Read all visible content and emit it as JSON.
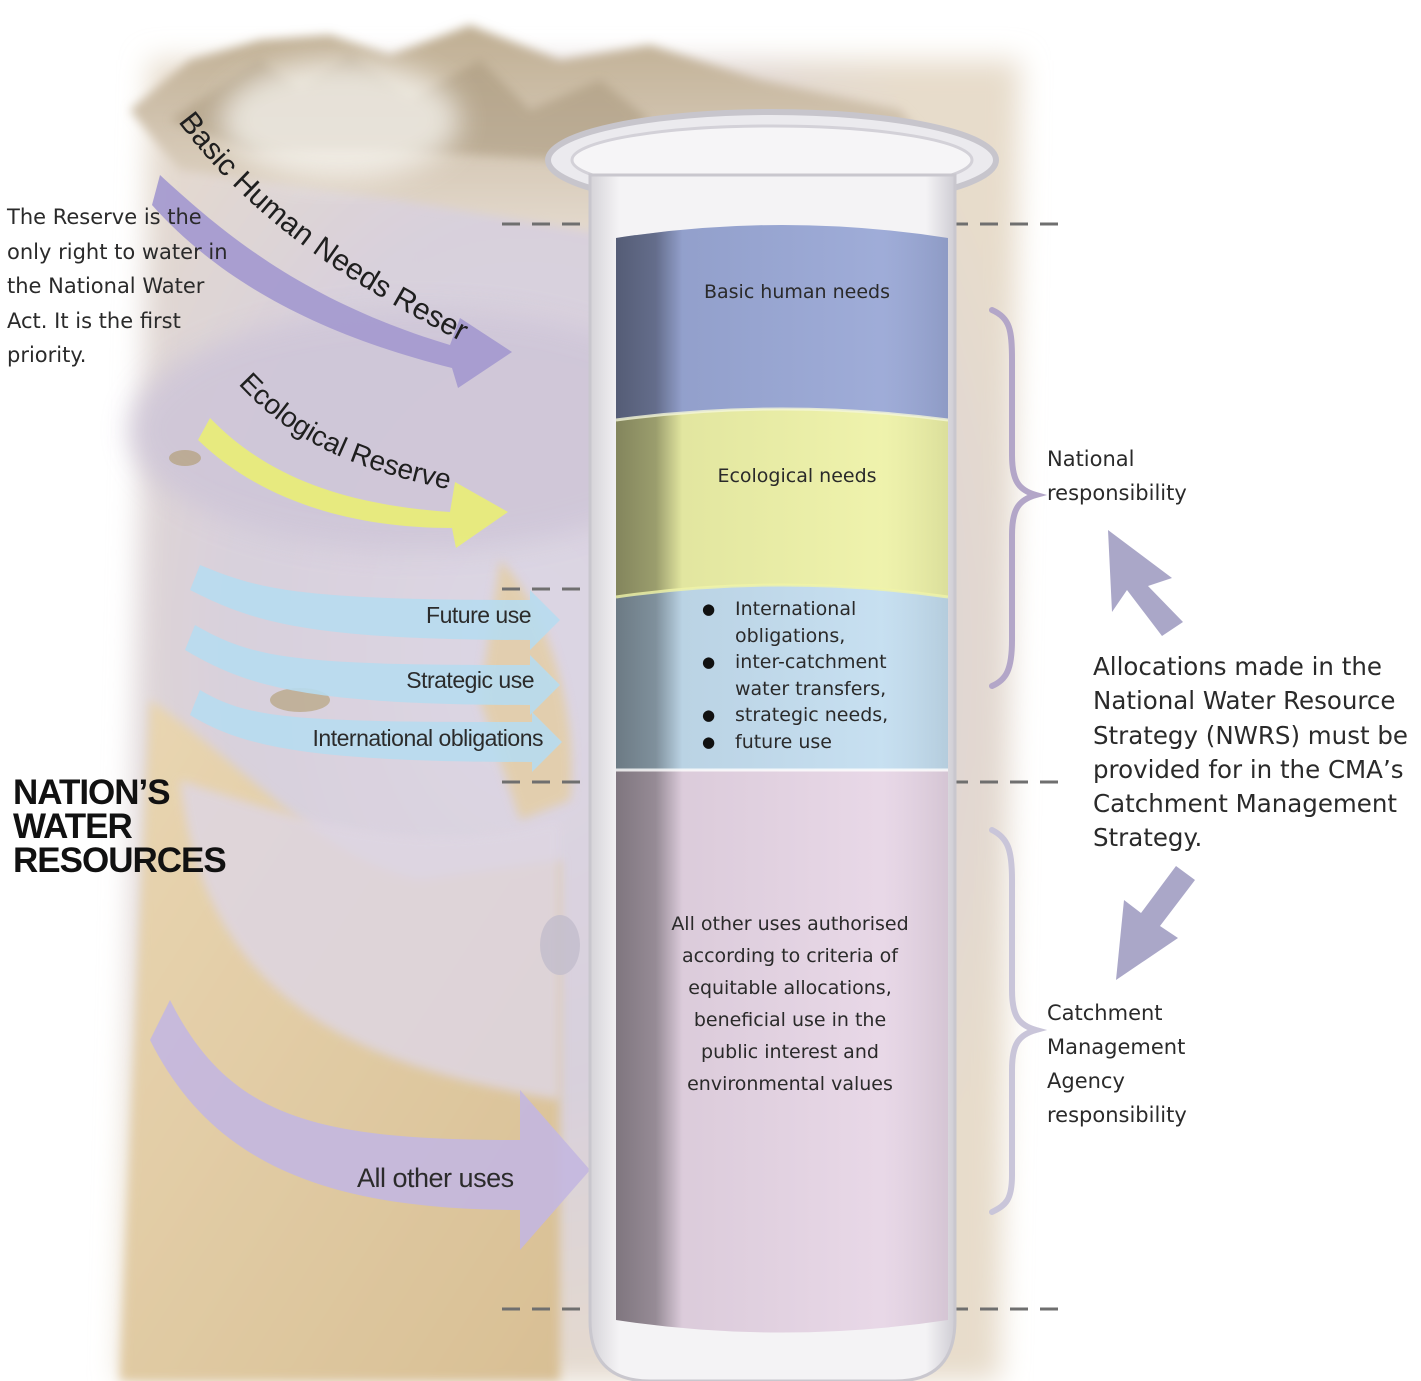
{
  "left_note": "The Reserve is the only right to water in the National Water Act. It is the first priority.",
  "title": "NATION’S WATER RESOURCES",
  "arrows": {
    "basic_human_needs_reserve": "Basic Human Needs Reserve",
    "ecological_reserve": "Ecological Reserve",
    "future_use": "Future use",
    "strategic_use": "Strategic use",
    "international_obligations": "International obligations",
    "all_other_uses": "All other uses"
  },
  "cylinder": {
    "basic_human_needs": "Basic human needs",
    "ecological_needs": "Ecological needs",
    "bullets": [
      "International obligations,",
      "inter-catchment water transfers,",
      "strategic needs,",
      "future use"
    ],
    "all_other_uses_text": "All other uses authorised according to criteria of equitable allocations, beneficial use in the public interest and environmental values"
  },
  "right": {
    "national_responsibility": "National responsibility",
    "allocation_note": "Allocations made in the National Water Resource Strategy (NWRS) must be provided for in the CMA’s Catchment Management Strategy.",
    "cma_responsibility": "Catchment Management Agency responsibility"
  },
  "colors": {
    "basic_needs_band": "#9aa8d6",
    "ecological_band": "#eef2a8",
    "obligations_band": "#c4def0",
    "other_uses_band": "#e7d6e6",
    "reserve_arrow": "#a59bd0",
    "ecological_arrow": "#e8ec7a",
    "use_arrow": "#b7dcef",
    "other_arrow": "#c3b7e0",
    "bracket": "#b3a6c8",
    "pointer_arrow": "#aaa7c8"
  }
}
